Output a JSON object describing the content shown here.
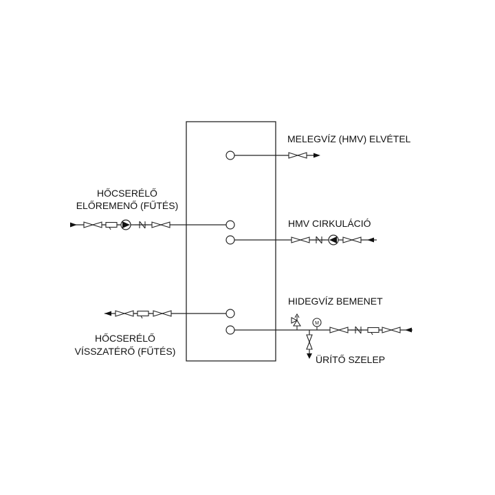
{
  "labels": {
    "hot_water_outlet": "MELEGVÍZ (HMV) ELVÉTEL",
    "hx_flow_line1": "HŐCSERÉLŐ",
    "hx_flow_line2": "ELŐREMENŐ (FŰTÉS)",
    "dhw_circulation": "HMV CIRKULÁCIÓ",
    "cold_water_inlet": "HIDEGVÍZ BEMENET",
    "hx_return_line1": "HŐCSERÉLŐ",
    "hx_return_line2": "VÍSSZATÉRŐ (FŰTÉS)",
    "drain_valve": "ÜRÍTŐ SZELEP",
    "meter_symbol": "M"
  },
  "colors": {
    "line": "#222222",
    "background": "#ffffff"
  }
}
